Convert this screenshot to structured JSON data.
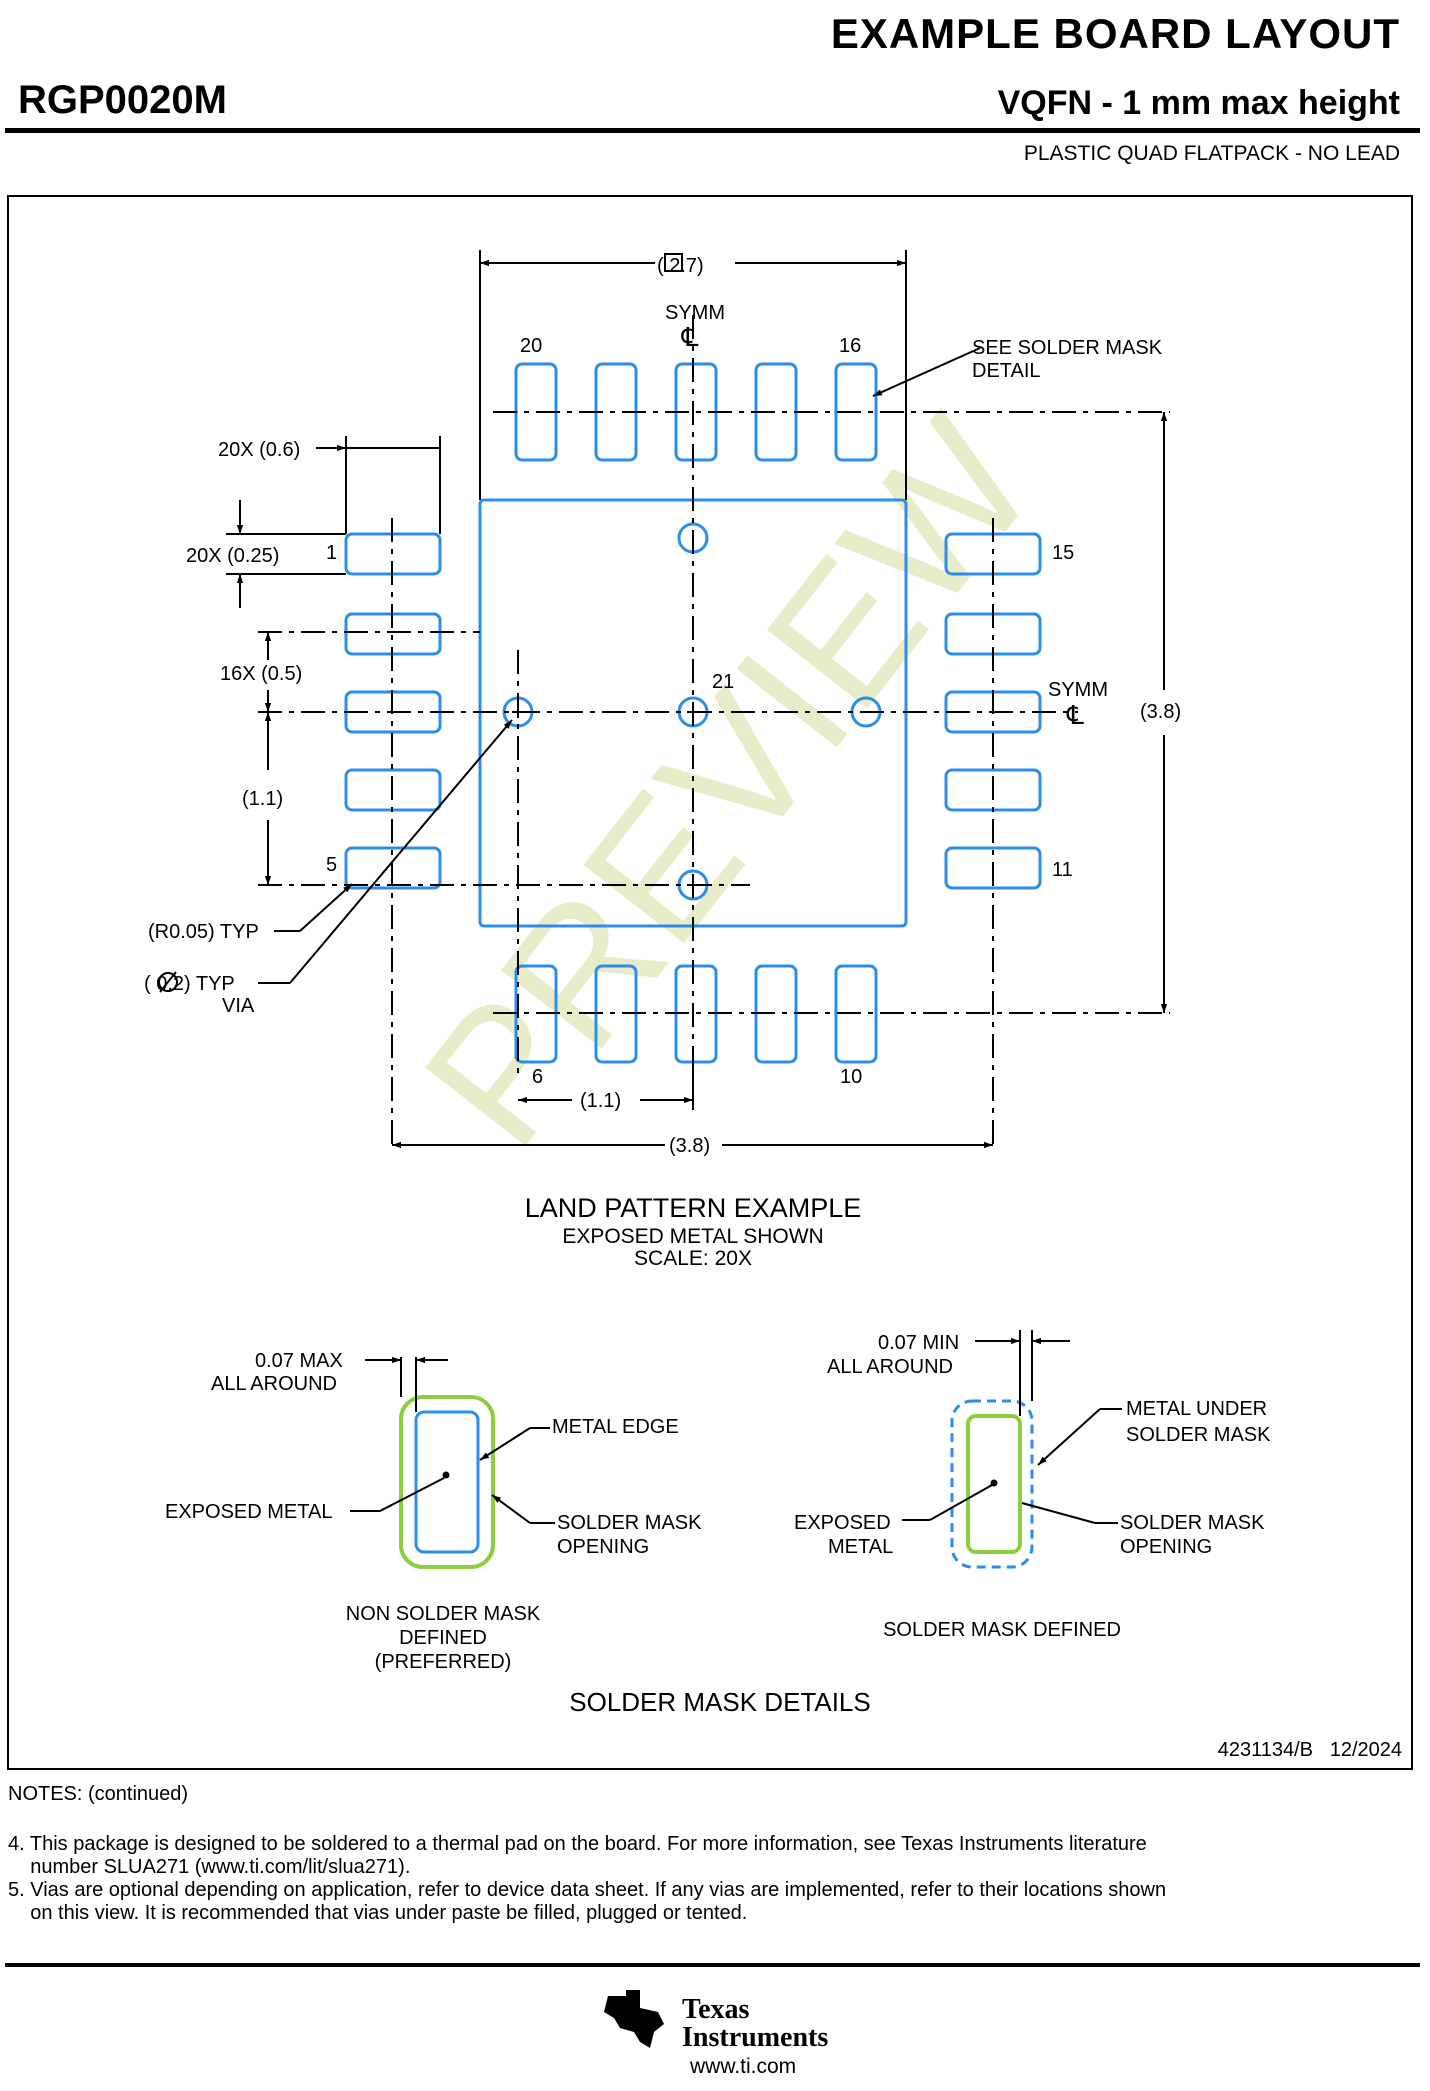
{
  "header": {
    "title": "EXAMPLE BOARD LAYOUT",
    "package_code": "RGP0020M",
    "package_name": "VQFN - 1 mm max height",
    "package_desc": "PLASTIC QUAD FLATPACK - NO LEAD"
  },
  "drawing": {
    "dim_top": "( 2.7)",
    "symm_label": "SYMM",
    "centerline_symbol": "℄",
    "pin_labels": {
      "p20": "20",
      "p16": "16",
      "p1": "1",
      "p15": "15",
      "p5": "5",
      "p11": "11",
      "p6": "6",
      "p10": "10",
      "p21": "21"
    },
    "see_solder_mask": [
      "SEE SOLDER MASK",
      "DETAIL"
    ],
    "dim_pad_width": "20X (0.6)",
    "dim_pad_height": "20X (0.25)",
    "dim_pitch": "16X (0.5)",
    "dim_via_spacing": "(1.1)",
    "dim_corner_radius": "(R0.05) TYP",
    "dim_via_diameter": [
      "( 0.2) TYP",
      "VIA"
    ],
    "dim_right": "(3.8)",
    "dim_bottom_small": "(1.1)",
    "dim_bottom": "(3.8)",
    "watermark": "PREVIEW",
    "land_pattern_title": "LAND PATTERN EXAMPLE",
    "land_pattern_sub1": "EXPOSED METAL SHOWN",
    "land_pattern_sub2": "SCALE: 20X"
  },
  "details": {
    "left": {
      "dim": [
        "0.07 MAX",
        "ALL AROUND"
      ],
      "metal_edge": "METAL EDGE",
      "exposed_metal": "EXPOSED METAL",
      "opening": [
        "SOLDER MASK",
        "OPENING"
      ],
      "caption": [
        "NON SOLDER MASK",
        "DEFINED",
        "(PREFERRED)"
      ]
    },
    "right": {
      "dim": [
        "0.07 MIN",
        "ALL AROUND"
      ],
      "metal_under": [
        "METAL UNDER",
        "SOLDER MASK"
      ],
      "exposed_metal": [
        "EXPOSED",
        "METAL"
      ],
      "opening": [
        "SOLDER MASK",
        "OPENING"
      ],
      "caption": "SOLDER MASK DEFINED"
    },
    "title": "SOLDER MASK DETAILS",
    "doc_number": "4231134/B   12/2024"
  },
  "notes": {
    "heading": "NOTES: (continued)",
    "note4_line1": "4. This package is designed to be soldered to a thermal pad on the board. For more information, see Texas Instruments literature",
    "note4_line2": "    number SLUA271 (www.ti.com/lit/slua271).",
    "note5_line1": "5. Vias are optional depending on application, refer to device data sheet. If any vias are implemented, refer to their locations shown",
    "note5_line2": "    on this view. It is recommended that vias under paste be filled, plugged or tented."
  },
  "footer": {
    "logo_line1": "Texas",
    "logo_line2": "Instruments",
    "url": "www.ti.com"
  },
  "colors": {
    "pad_blue": "#2b8ee8",
    "mask_green": "#8ccf3c",
    "watermark": "#e7ecc9"
  }
}
